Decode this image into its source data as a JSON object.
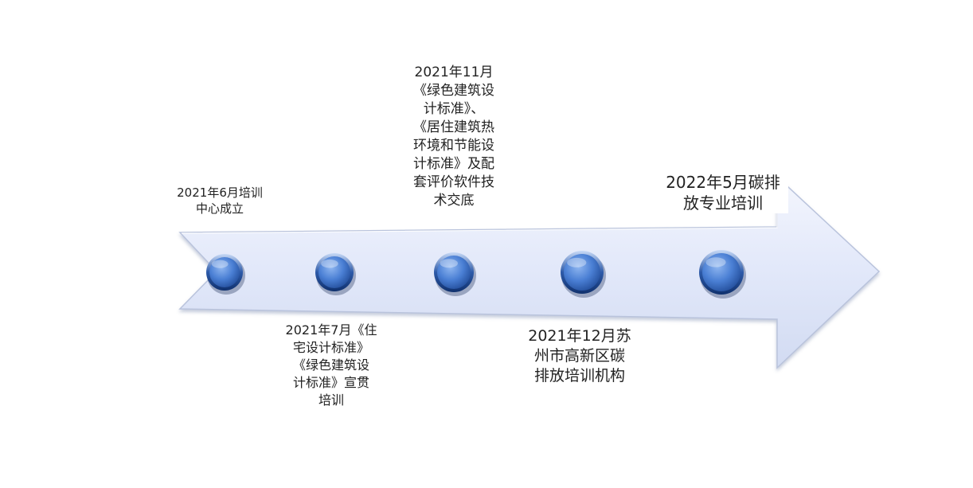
{
  "timeline": {
    "events": [
      {
        "label": "2021年6月培训\n中心成立",
        "position": "above"
      },
      {
        "label": "2021年7月《住\n宅设计标准》\n《绿色建筑设\n计标准》宣贯\n培训",
        "position": "below"
      },
      {
        "label": "2021年11月\n《绿色建筑设\n计标准》、\n《居住建筑热\n环境和节能设\n计标准》及配\n套评价软件技\n术交底",
        "position": "above"
      },
      {
        "label": "2021年12月苏\n州市高新区碳\n排放培训机构",
        "position": "below"
      },
      {
        "label": "2022年5月碳排\n放专业培训",
        "position": "above"
      }
    ]
  },
  "colors": {
    "arrow_fill": "#e6ebfa",
    "arrow_stroke": "#c9d1e6",
    "node": "#4a7fd4",
    "node_dark": "#1f4fa0",
    "node_highlight": "#9cc0f2"
  }
}
